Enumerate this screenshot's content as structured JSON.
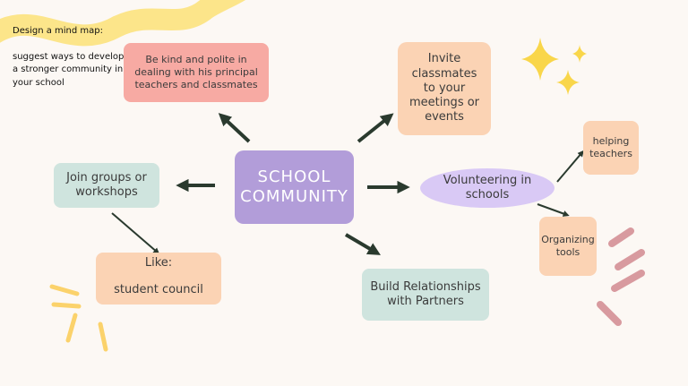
{
  "intro": {
    "title": "Design a mind map:",
    "task": "suggest ways to develop a stronger community in your school"
  },
  "center": {
    "label": "SCHOOL COMMUNITY"
  },
  "nodes": {
    "kind": "Be kind and polite in dealing with his principal teachers and classmates",
    "invite": "Invite classmates to your meetings or events",
    "join": "Join groups or workshops",
    "like_title": "Like:",
    "like_item": "student council",
    "build": "Build Relationships with Partners",
    "volunteer": "Volunteering in schools",
    "helping": "helping teachers",
    "organizing": "Organizing tools"
  },
  "colors": {
    "background": "#fcf8f4",
    "center": "#b29dd9",
    "pink": "#f7aaa3",
    "peach": "#fbd3b4",
    "mint": "#cfe4de",
    "lavender": "#d9c9f5",
    "yellow": "#fce58a",
    "arrow": "#2a3a2e",
    "rose": "#d89a9f"
  }
}
